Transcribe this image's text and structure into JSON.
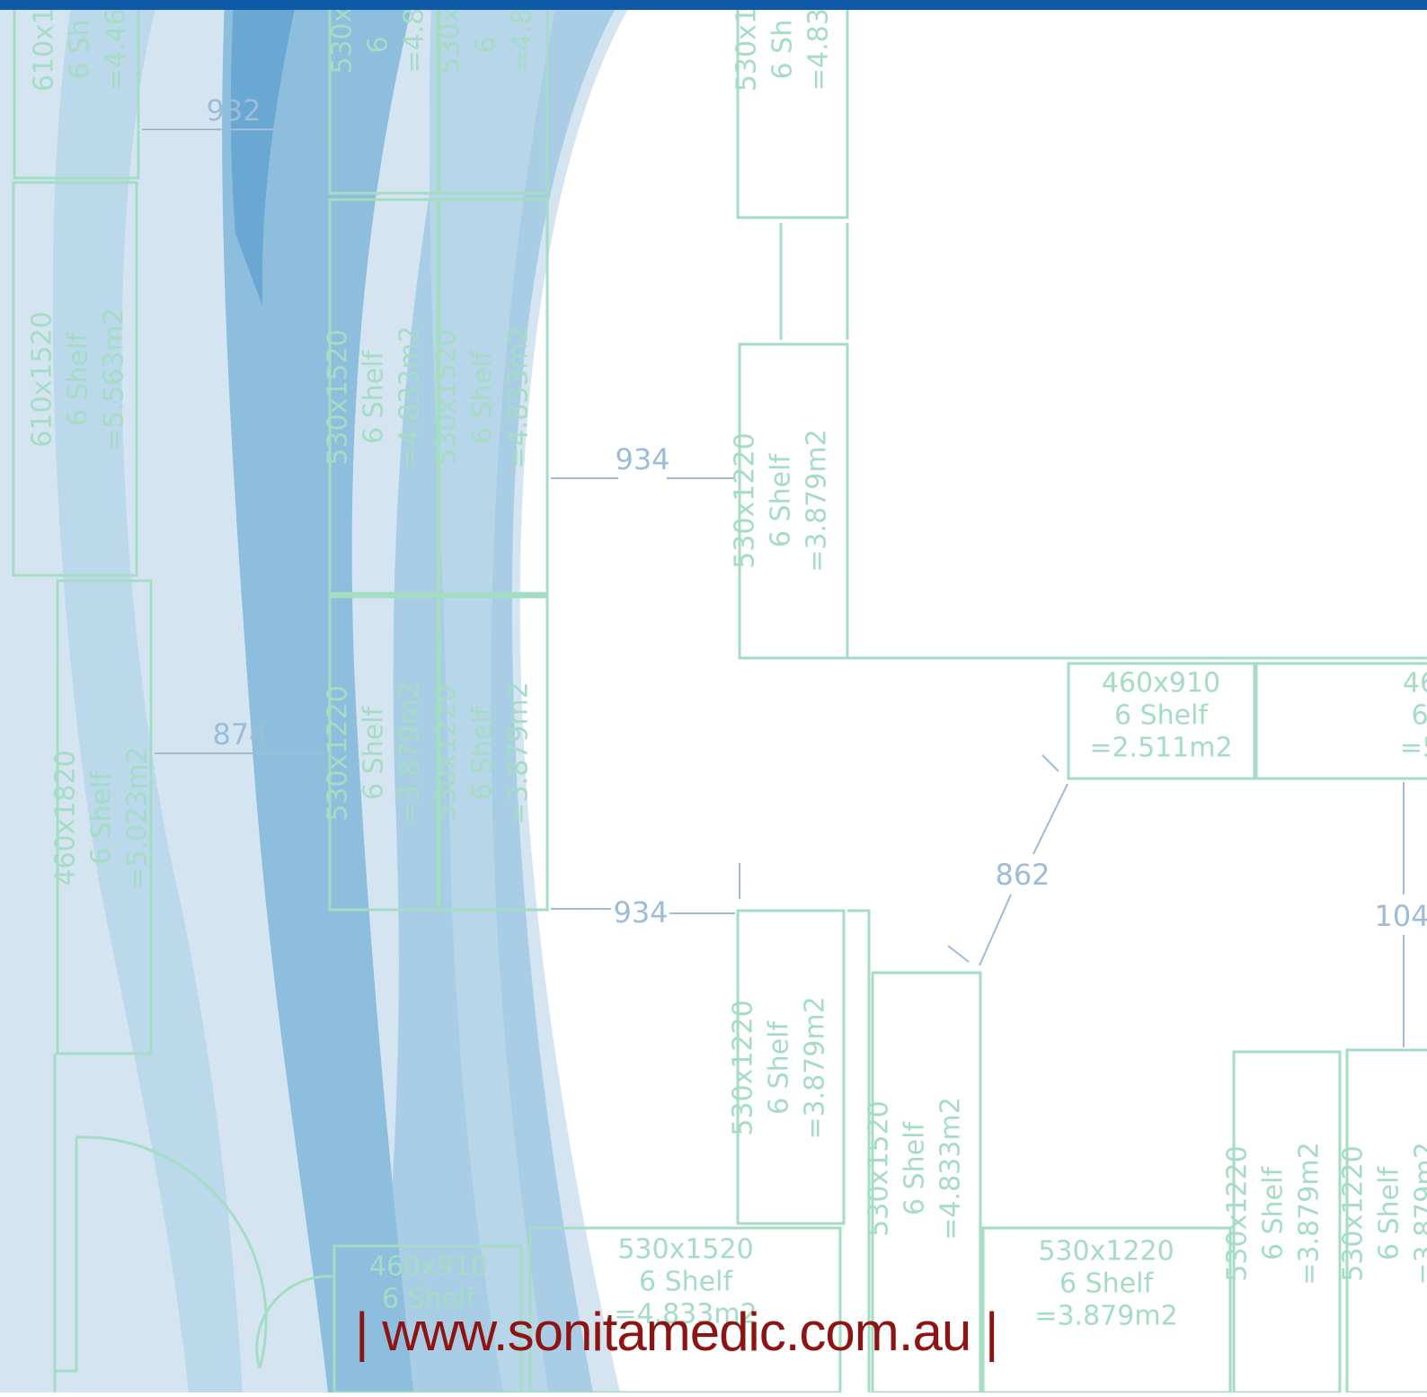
{
  "brand": {
    "bar_color": "#0f5aa6",
    "url_color": "#8e1414",
    "line_color": "#a4dcc4"
  },
  "footer": {
    "url": "| www.sonitamedic.com.au |"
  },
  "units": [
    {
      "id": "u1",
      "lines": [
        "610x1",
        "6 Sh",
        "=4.46"
      ]
    },
    {
      "id": "u2",
      "lines": [
        "530x",
        "6 ",
        "=4.8"
      ]
    },
    {
      "id": "u3",
      "lines": [
        "530x",
        "6 ",
        "=4.8"
      ]
    },
    {
      "id": "u4",
      "lines": [
        "530x1",
        "6 Sh",
        "=4.83"
      ]
    },
    {
      "id": "u5",
      "lines": [
        "610x1520",
        "6 Shelf",
        "=5.563m2"
      ]
    },
    {
      "id": "u6",
      "lines": [
        "530x1520",
        "6 Shelf",
        "=4.833m2"
      ]
    },
    {
      "id": "u7",
      "lines": [
        "530x1520",
        "6 Shelf",
        "=4.833m2"
      ]
    },
    {
      "id": "u8",
      "lines": [
        "530x1220",
        "6 Shelf",
        "=3.879m2"
      ]
    },
    {
      "id": "u9",
      "lines": [
        "460x1820",
        "6 Shelf",
        "=5.023m2"
      ]
    },
    {
      "id": "u10",
      "lines": [
        "530x1220",
        "6 Shelf",
        "=3.879m2"
      ]
    },
    {
      "id": "u11",
      "lines": [
        "530x1220",
        "6 Shelf",
        "=3.879m2"
      ]
    },
    {
      "id": "u12",
      "lines": [
        "460x910",
        "6 Shelf",
        "=2.511m2"
      ]
    },
    {
      "id": "u13",
      "lines": [
        "46",
        "6",
        "=5"
      ]
    },
    {
      "id": "u14",
      "lines": [
        "530x1220",
        "6 Shelf",
        "=3.879m2"
      ]
    },
    {
      "id": "u15",
      "lines": [
        "530x1520",
        "6 Shelf",
        "=4.833m2"
      ]
    },
    {
      "id": "u16",
      "lines": [
        "460x910",
        "6 Shelf"
      ]
    },
    {
      "id": "u17",
      "lines": [
        "530x1520",
        "6 Shelf",
        "=4.833m2"
      ]
    },
    {
      "id": "u18",
      "lines": [
        "530x1220",
        "6 Shelf",
        "=3.879m2"
      ]
    },
    {
      "id": "u19",
      "lines": [
        "530x1220",
        "6 Shelf",
        "=3.879m2"
      ]
    },
    {
      "id": "u20",
      "lines": [
        "530x1220",
        "6 Shelf",
        "=3.879m2"
      ]
    }
  ],
  "dimensions": {
    "d1": "932",
    "d2": "934",
    "d3": "874",
    "d4": "934",
    "d5": "862",
    "d6": "104"
  }
}
